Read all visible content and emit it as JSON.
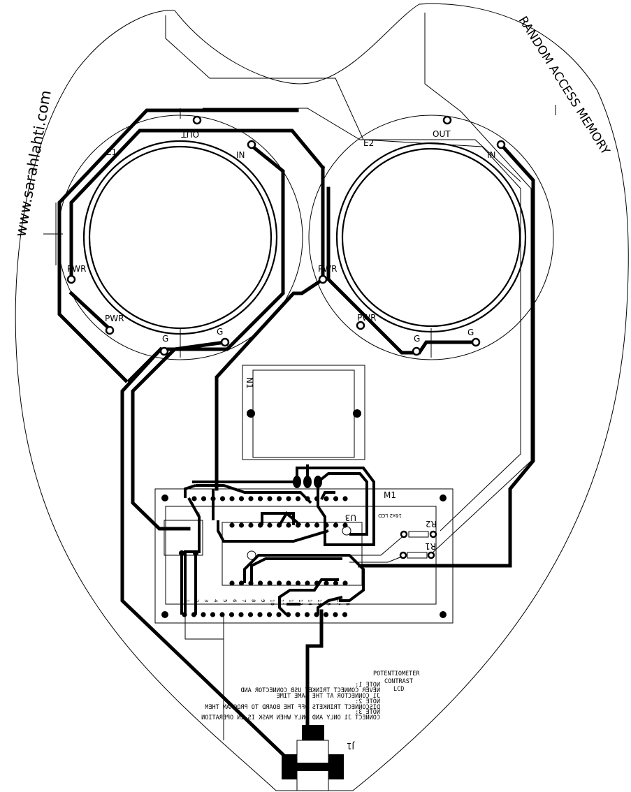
{
  "branding": {
    "website": "www.sarahlahti.com",
    "project": "RANDOM ACCESS MEMORY"
  },
  "eye_left": {
    "ref": "E1",
    "pins": {
      "out": "OUT",
      "in": "IN",
      "pwr_top": "PWR",
      "pwr_bottom": "PWR",
      "gnd_left": "G",
      "gnd_right": "G"
    }
  },
  "eye_right": {
    "ref": "E2",
    "pins": {
      "out": "OUT",
      "in": "IN",
      "pwr_top": "PWR",
      "pwr_bottom": "PWR",
      "gnd_left": "G",
      "gnd_right": "G"
    }
  },
  "components": {
    "n1": "N1",
    "m1": "M1",
    "u3": "U3",
    "lcd_silk": "16x2 LCD",
    "r1": "R1",
    "r2": "R2",
    "j1": "J1",
    "pin1_marker": "*"
  },
  "header_pins": [
    "1",
    "2",
    "3",
    "4",
    "5",
    "6",
    "7",
    "8",
    "9",
    "10",
    "11",
    "12",
    "13",
    "14",
    "15",
    "16",
    "17",
    "18"
  ],
  "legend": {
    "potentiometer": "POTENTIOMETER",
    "contrast": "CONTRAST",
    "lcd": "LCD"
  },
  "notes": [
    "NOTE 1:",
    "NEVER CONNECT TRINKET USB CONNECTOR AND",
    "J1 CONNECTOR AT THE SAME TIME",
    "NOTE 2:",
    "DISCONNECT TRINKETS OFF THE BOARD TO PROGRAM THEM",
    "NOTE 3:",
    "CONNECT J1 ONLY AND ONLY WHEN MASK IS IN OPERATION"
  ]
}
